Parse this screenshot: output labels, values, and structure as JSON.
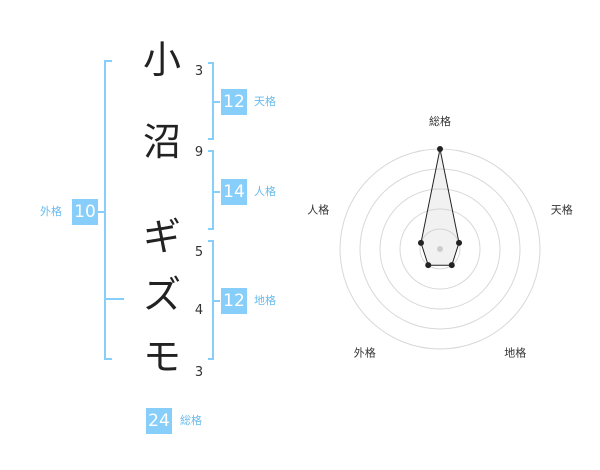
{
  "name": {
    "characters": [
      "小",
      "沼",
      "ギ",
      "ズ",
      "モ"
    ],
    "strokes": [
      "3",
      "9",
      "5",
      "4",
      "3"
    ]
  },
  "kaku": {
    "tenkaku": {
      "value": "12",
      "label": "天格"
    },
    "jinkaku": {
      "value": "14",
      "label": "人格"
    },
    "chikaku": {
      "value": "12",
      "label": "地格"
    },
    "gaikaku": {
      "value": "10",
      "label": "外格"
    },
    "soukaku": {
      "value": "24",
      "label": "総格"
    }
  },
  "colors": {
    "accent": "#87cefa",
    "text": "#222222"
  },
  "chart_data": {
    "type": "radar",
    "axes": [
      "総格",
      "天格",
      "地格",
      "外格",
      "人格"
    ],
    "values": [
      5,
      1,
      1,
      1,
      1
    ],
    "max": 5,
    "rings": 5
  }
}
